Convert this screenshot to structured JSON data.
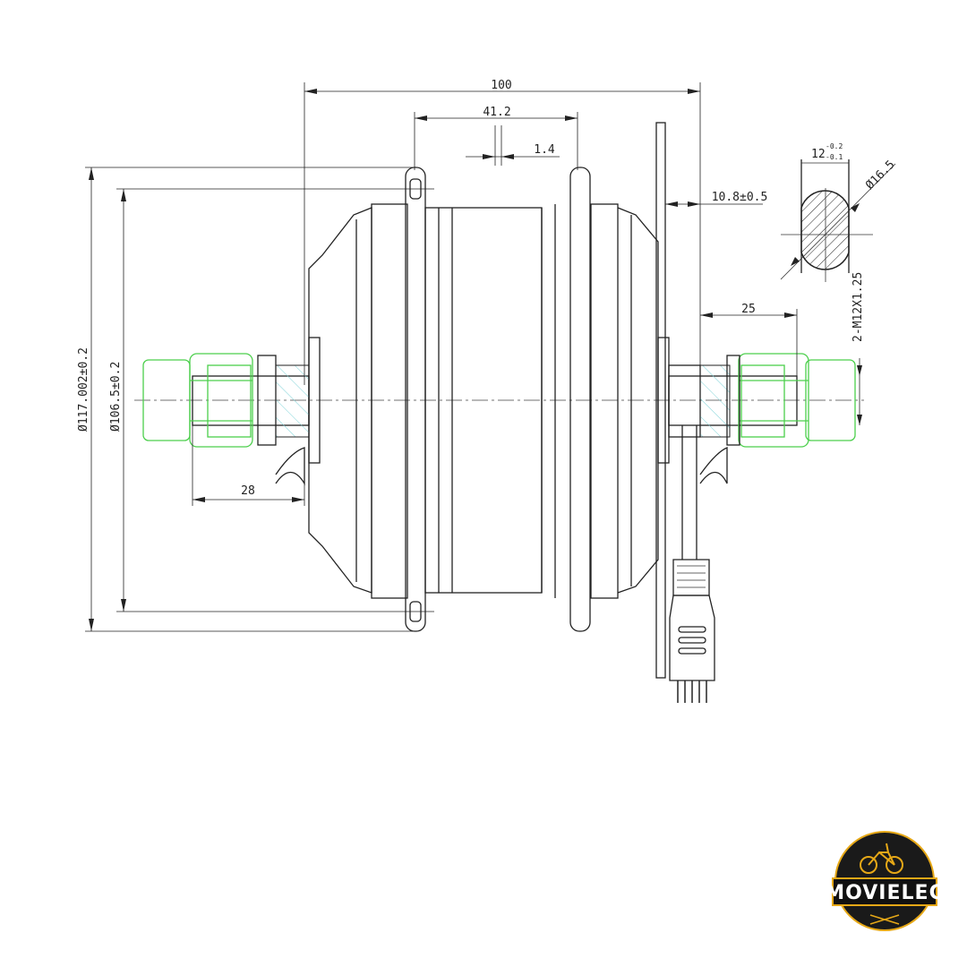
{
  "drawing": {
    "dimensions": {
      "overall_width": "100",
      "shell_width": "41.2",
      "gap": "1.4",
      "disc_offset": "10.8±0.5",
      "flat_width": "12",
      "flat_tol_upper": "-0.2",
      "flat_tol_lower": "-0.1",
      "axle_diameter": "Ø16.5",
      "right_axle_length": "25",
      "thread": "2-M12X1.25",
      "left_axle_length": "28",
      "flange_diameter": "Ø117.002±0.2",
      "body_diameter": "Ø106.5±0.2"
    }
  },
  "logo": {
    "text": "MOVIELEC"
  },
  "colors": {
    "line": "#222222",
    "nut": "#4ccf4c",
    "hatch": "#7fd3d8",
    "logo_gold": "#e6a817"
  }
}
